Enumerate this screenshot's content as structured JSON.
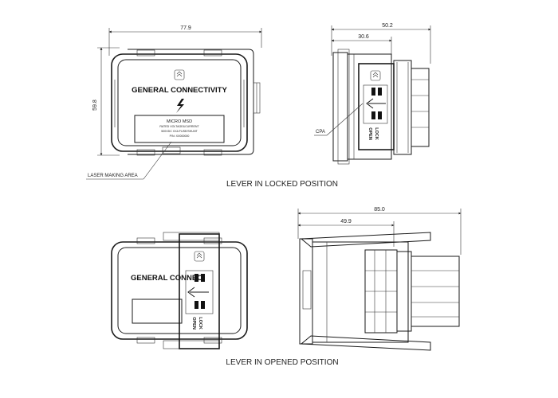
{
  "dimensions": {
    "locked_front_width": "77.9",
    "locked_front_height": "59.8",
    "locked_side_width": "50.2",
    "locked_side_inner": "30.6",
    "opened_side_width": "85.0",
    "opened_side_inner": "49.9"
  },
  "labels": {
    "laser_making_area": "LASER MAKING AREA",
    "cpa": "CPA",
    "lever_locked": "LEVER IN LOCKED POSITION",
    "lever_opened": "LEVER IN OPENED POSITION"
  },
  "product": {
    "brand": "GENERAL CONNECTIVITY",
    "brand_partial": "GENERAL CONNEC",
    "model": "MICRO MSD",
    "rated_line": "RATED VOLTAGE&CURRENT",
    "spec_line": "500VDC  XXA FUSE/SHUNT",
    "pn_line": "P/N: XX000000"
  },
  "lever_marks": {
    "lock": "LOCK",
    "open": "OPEN"
  }
}
